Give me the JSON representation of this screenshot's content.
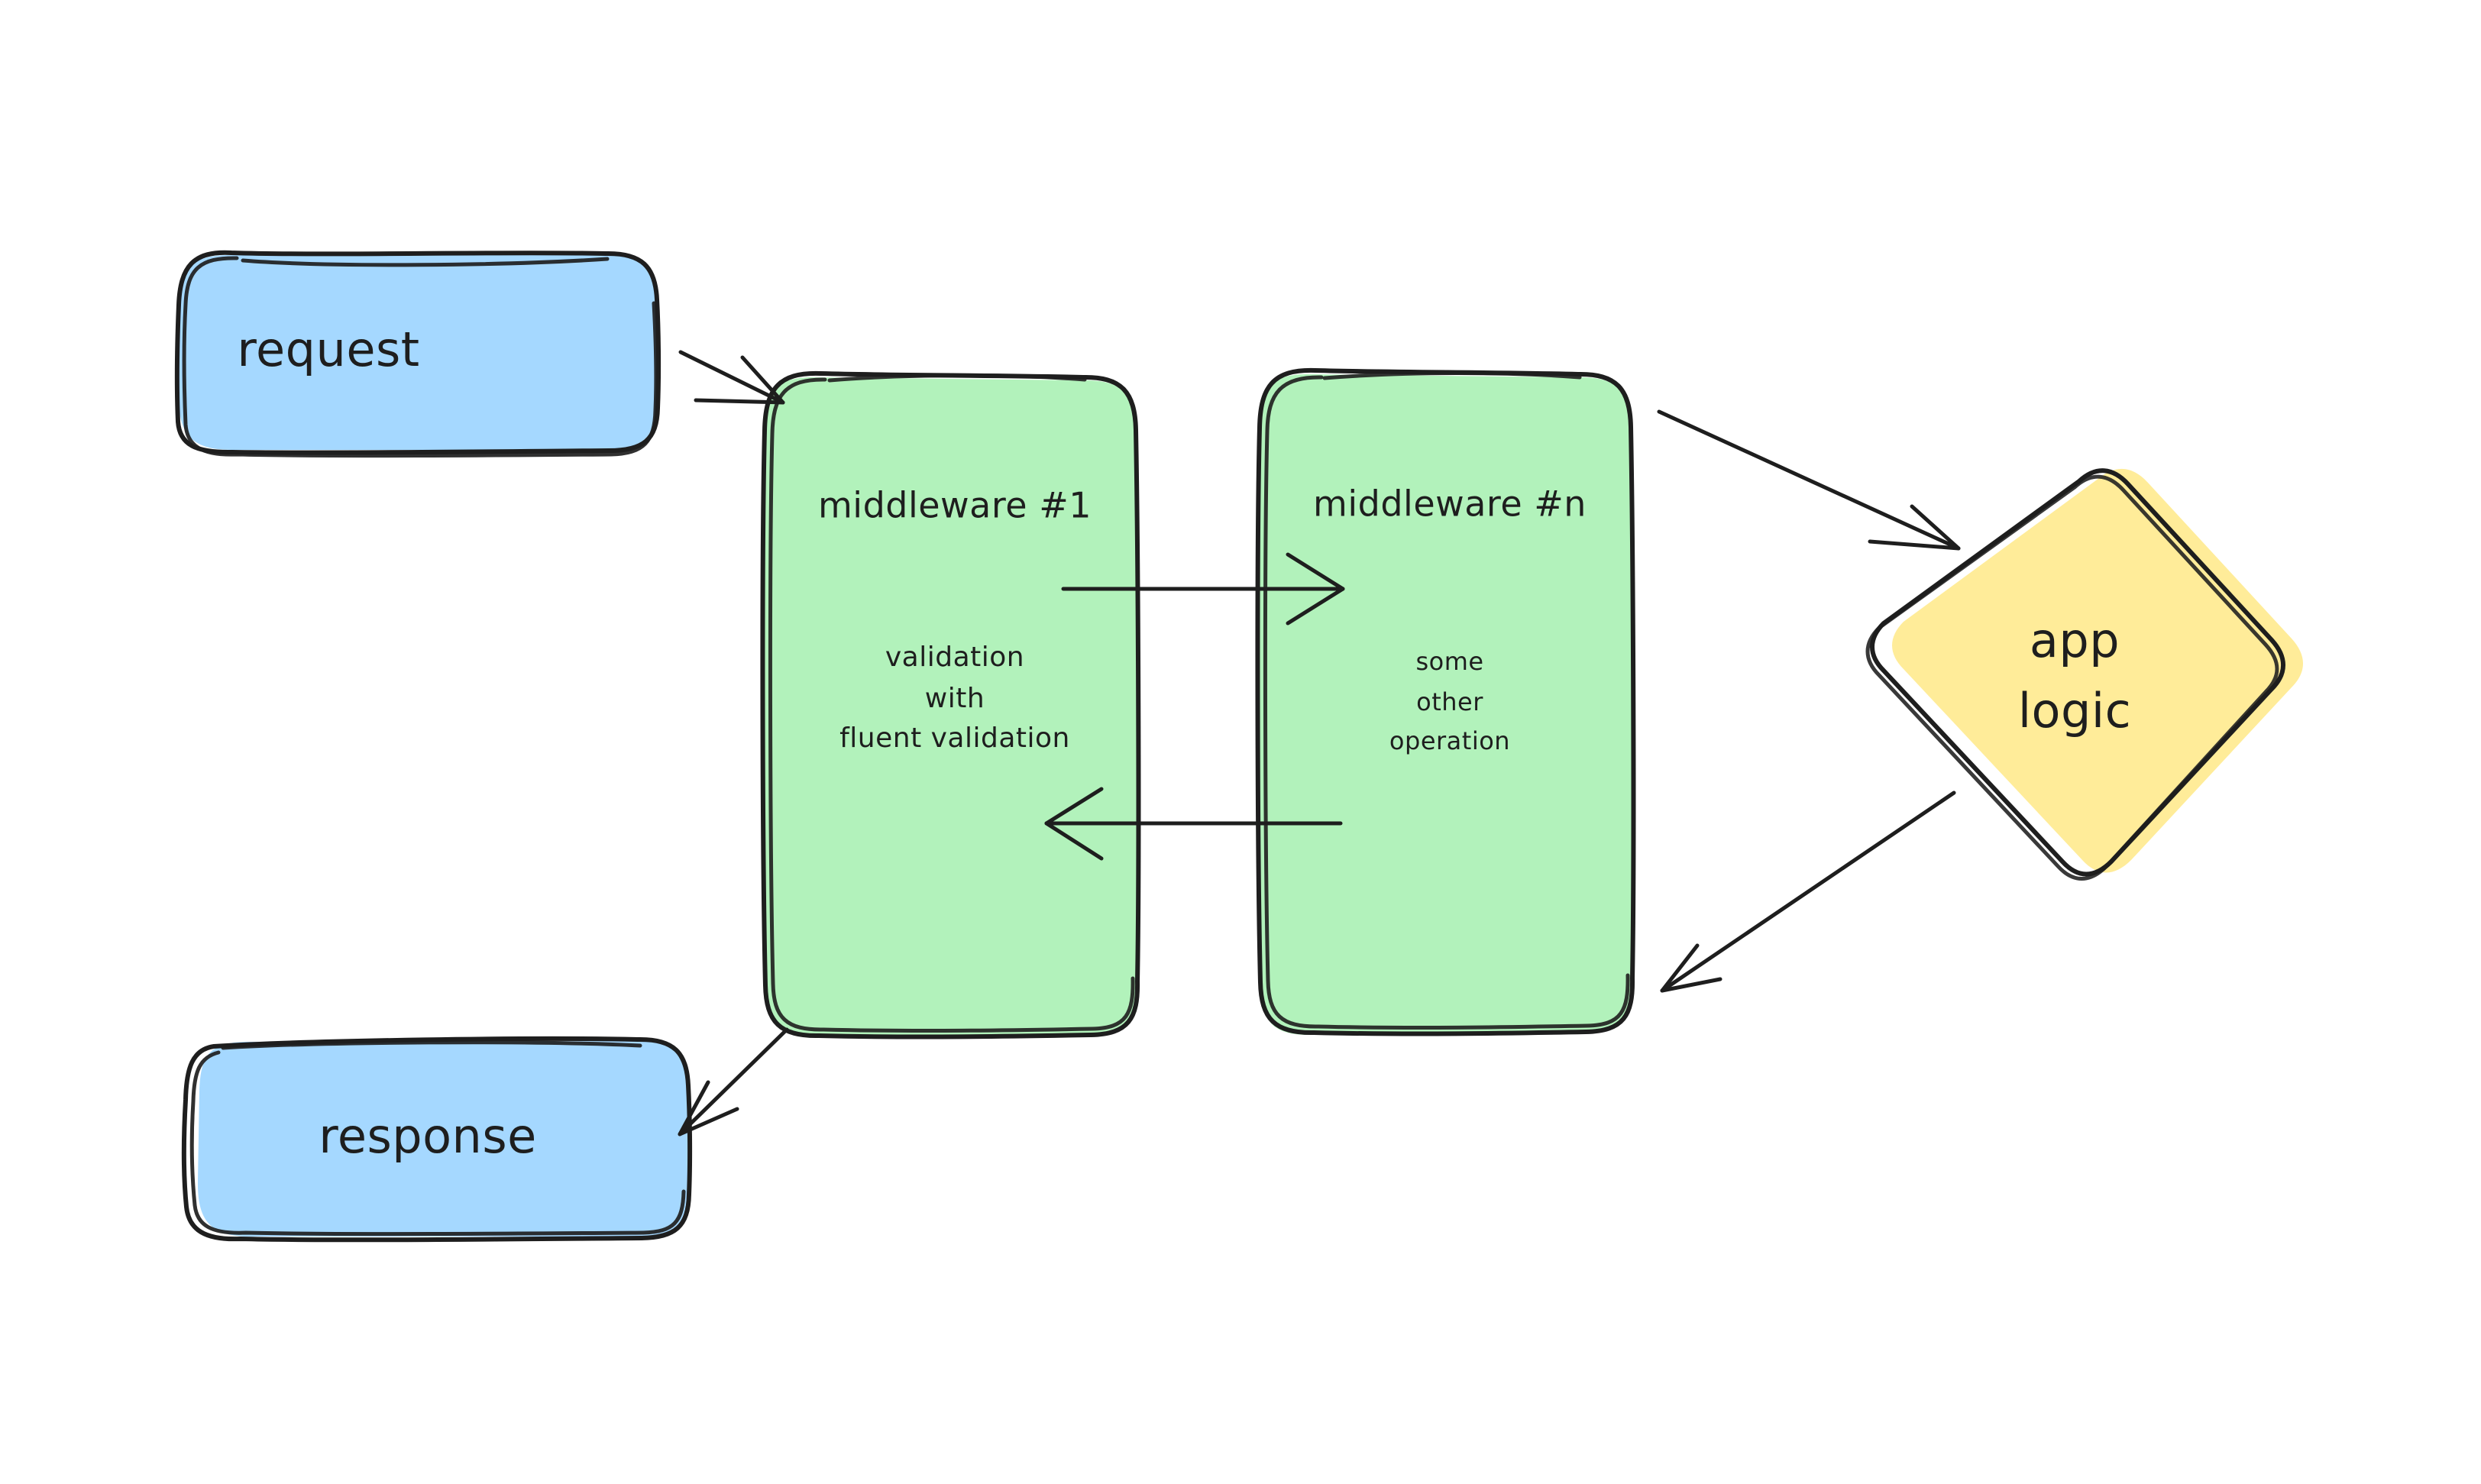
{
  "diagram": {
    "title": "request pipeline through middleware to app logic",
    "background": "#ffffff",
    "stroke_color": "#1e1e1e",
    "palette": {
      "blue_fill": "#a5d8ff",
      "green_fill": "#b2f2bb",
      "yellow_fill": "#ffec99",
      "stroke": "#1e1e1e"
    },
    "nodes": [
      {
        "id": "request",
        "shape": "rounded-rectangle",
        "fill": "#a5d8ff",
        "label": "request"
      },
      {
        "id": "middleware-1",
        "shape": "rounded-rectangle",
        "fill": "#b2f2bb",
        "label": "middleware #1",
        "body_lines": [
          "validation",
          "with",
          "fluent validation"
        ]
      },
      {
        "id": "middleware-n",
        "shape": "rounded-rectangle",
        "fill": "#b2f2bb",
        "label": "middleware #n",
        "body_lines": [
          "some",
          "other",
          "operation"
        ]
      },
      {
        "id": "app-logic",
        "shape": "diamond",
        "fill": "#ffec99",
        "label_lines": [
          "app",
          "logic"
        ]
      },
      {
        "id": "response",
        "shape": "rounded-rectangle",
        "fill": "#a5d8ff",
        "label": "response"
      }
    ],
    "edges": [
      {
        "id": "request-to-middleware-1",
        "from": "request",
        "to": "middleware-1",
        "direction": "forward"
      },
      {
        "id": "middleware-1-to-middleware-n",
        "from": "middleware-1",
        "to": "middleware-n",
        "direction": "forward"
      },
      {
        "id": "middleware-n-to-middleware-1",
        "from": "middleware-n",
        "to": "middleware-1",
        "direction": "backward"
      },
      {
        "id": "middleware-n-to-app-logic",
        "from": "middleware-n",
        "to": "app-logic",
        "direction": "forward"
      },
      {
        "id": "app-logic-to-middleware-n",
        "from": "app-logic",
        "to": "middleware-n",
        "direction": "backward"
      },
      {
        "id": "middleware-1-to-response",
        "from": "middleware-1",
        "to": "response",
        "direction": "forward"
      }
    ]
  }
}
